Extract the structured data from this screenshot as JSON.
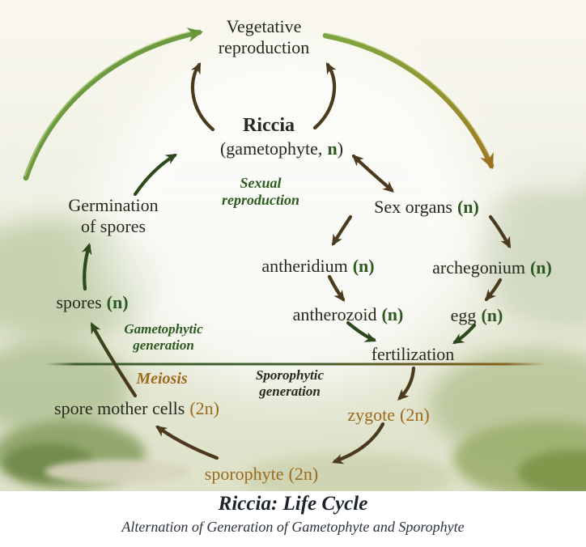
{
  "colors": {
    "text_dark": "#242a1c",
    "green_text": "#2c5a1f",
    "gold_text": "#9c6a1d",
    "arrow_brown": "#4c3a1f",
    "arrow_green": "#2e491d",
    "arc_green": "#6d9a3f",
    "arc_gold": "#a07a20",
    "title_color": "#1d242e",
    "subtitle_color": "#2c333c"
  },
  "nodes": {
    "vegetative_reproduction": {
      "line1": "Vegetative",
      "line2": "reproduction"
    },
    "riccia": {
      "name": "Riccia",
      "sub_open": "(gametophyte,",
      "sub_ploidy": "n",
      "sub_close": ")"
    },
    "sex_organs": {
      "text": "Sex organs",
      "ploidy": "(n)"
    },
    "antheridium": {
      "text": "antheridium",
      "ploidy": "(n)"
    },
    "archegonium": {
      "text": "archegonium",
      "ploidy": "(n)"
    },
    "antherozoid": {
      "text": "antherozoid",
      "ploidy": "(n)"
    },
    "egg": {
      "text": "egg",
      "ploidy": "(n)"
    },
    "fertilization": {
      "text": "fertilization"
    },
    "zygote": {
      "text": "zygote",
      "ploidy": "(2n)"
    },
    "sporophyte": {
      "text": "sporophyte",
      "ploidy": "(2n)"
    },
    "spore_mother_cells": {
      "text": "spore mother cells",
      "ploidy": "(2n)"
    },
    "spores": {
      "text": "spores",
      "ploidy": "(n)"
    },
    "germination_of_spores": {
      "line1": "Germination",
      "line2": "of spores"
    }
  },
  "labels": {
    "sexual_reproduction": {
      "line1": "Sexual",
      "line2": "reproduction"
    },
    "gametophytic_generation": {
      "line1": "Gametophytic",
      "line2": "generation"
    },
    "sporophytic_generation": {
      "line1": "Sporophytic",
      "line2": "generation"
    },
    "meiosis": "Meiosis"
  },
  "footer": {
    "title": "Riccia: Life Cycle",
    "subtitle": "Alternation of Generation of Gametophyte and Sporophyte"
  }
}
